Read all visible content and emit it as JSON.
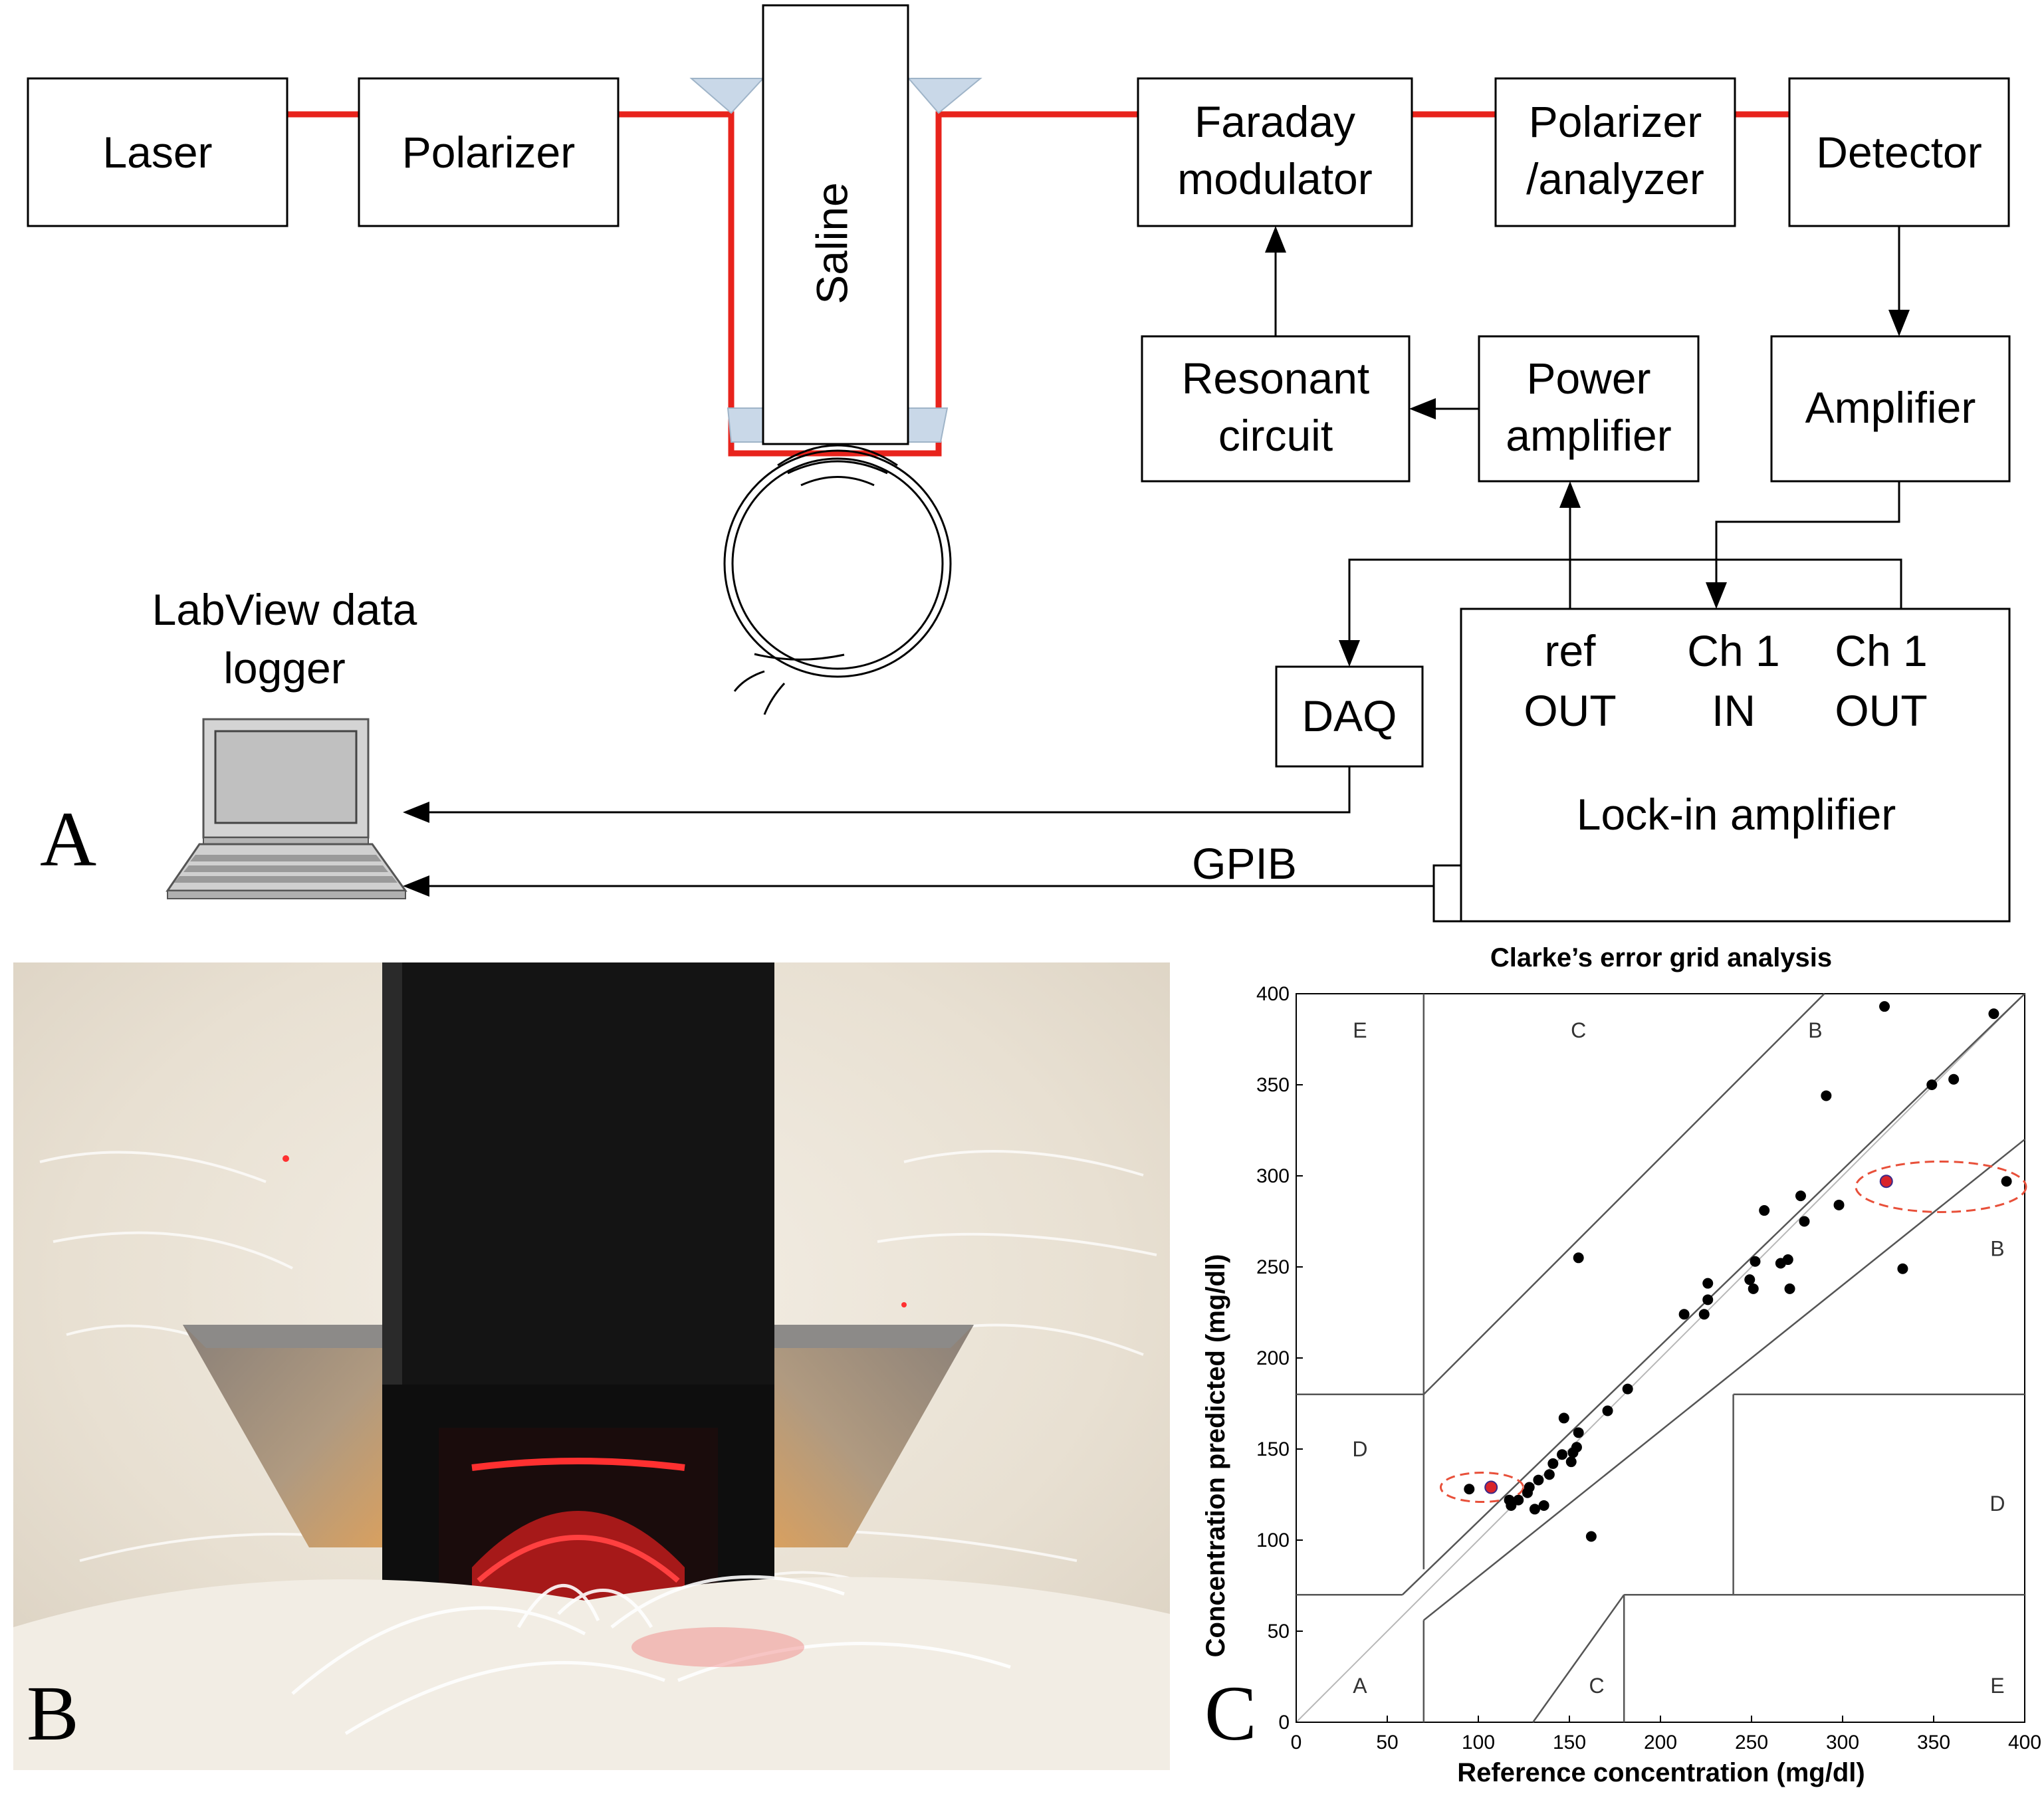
{
  "panels": {
    "a_letter": "A",
    "b_letter": "B",
    "c_letter": "C"
  },
  "diagram": {
    "laser": "Laser",
    "polarizer": "Polarizer",
    "saline": "Saline",
    "faraday_line1": "Faraday",
    "faraday_line2": "modulator",
    "analyzer_line1": "Polarizer",
    "analyzer_line2": "/analyzer",
    "detector": "Detector",
    "resonant_line1": "Resonant",
    "resonant_line2": "circuit",
    "power_line1": "Power",
    "power_line2": "amplifier",
    "amplifier": "Amplifier",
    "daq": "DAQ",
    "ref_out_line1": "ref",
    "ref_out_line2": "OUT",
    "ch1_in_line1": "Ch 1",
    "ch1_in_line2": "IN",
    "ch1_out_line1": "Ch 1",
    "ch1_out_line2": "OUT",
    "lockin": "Lock-in amplifier",
    "labview_line1": "LabView data",
    "labview_line2": "logger",
    "gpib": "GPIB"
  },
  "colors": {
    "laser_beam": "#e8231c",
    "prism_fill": "#c9d8e8",
    "outlier_marker": "#d8232a",
    "outlier_ellipse": "#e8503a"
  },
  "chart_data": {
    "type": "scatter",
    "title": "Clarke’s error grid analysis",
    "xlabel": "Reference concentration (mg/dl)",
    "ylabel": "Concentration predicted (mg/dl)",
    "xlim": [
      0,
      400
    ],
    "ylim": [
      0,
      400
    ],
    "x_ticks": [
      0,
      50,
      100,
      150,
      200,
      250,
      300,
      350,
      400
    ],
    "y_ticks": [
      0,
      50,
      100,
      150,
      200,
      250,
      300,
      350,
      400
    ],
    "grid": false,
    "zones": [
      {
        "label": "E",
        "x": 35,
        "y": 380
      },
      {
        "label": "C",
        "x": 155,
        "y": 380
      },
      {
        "label": "B",
        "x": 285,
        "y": 380
      },
      {
        "label": "B",
        "x": 385,
        "y": 260
      },
      {
        "label": "D",
        "x": 35,
        "y": 150
      },
      {
        "label": "D",
        "x": 385,
        "y": 120
      },
      {
        "label": "A",
        "x": 35,
        "y": 20
      },
      {
        "label": "C",
        "x": 165,
        "y": 20
      },
      {
        "label": "E",
        "x": 385,
        "y": 20
      }
    ],
    "points": [
      [
        95,
        128
      ],
      [
        107,
        129
      ],
      [
        118,
        119
      ],
      [
        117,
        122
      ],
      [
        122,
        122
      ],
      [
        127,
        126
      ],
      [
        128,
        129
      ],
      [
        131,
        117
      ],
      [
        133,
        133
      ],
      [
        136,
        119
      ],
      [
        139,
        136
      ],
      [
        141,
        142
      ],
      [
        146,
        147
      ],
      [
        151,
        143
      ],
      [
        152,
        148
      ],
      [
        154,
        151
      ],
      [
        155,
        159
      ],
      [
        147,
        167
      ],
      [
        155,
        255
      ],
      [
        162,
        102
      ],
      [
        171,
        171
      ],
      [
        182,
        183
      ],
      [
        213,
        224
      ],
      [
        224,
        224
      ],
      [
        226,
        232
      ],
      [
        226,
        241
      ],
      [
        249,
        243
      ],
      [
        251,
        238
      ],
      [
        252,
        253
      ],
      [
        257,
        281
      ],
      [
        266,
        252
      ],
      [
        270,
        254
      ],
      [
        271,
        238
      ],
      [
        277,
        289
      ],
      [
        279,
        275
      ],
      [
        291,
        344
      ],
      [
        298,
        284
      ],
      [
        323,
        393
      ],
      [
        324,
        297
      ],
      [
        349,
        350
      ],
      [
        361,
        353
      ],
      [
        383,
        389
      ],
      [
        390,
        297
      ],
      [
        333,
        249
      ]
    ],
    "highlighted_points": [
      [
        107,
        129
      ],
      [
        324,
        297
      ]
    ],
    "grid_lines": [
      [
        [
          0,
          0
        ],
        [
          400,
          400
        ]
      ],
      [
        [
          0,
          70
        ],
        [
          58.33,
          70
        ]
      ],
      [
        [
          58.33,
          70
        ],
        [
          400,
          400
        ]
      ],
      [
        [
          70,
          84
        ],
        [
          70,
          400
        ]
      ],
      [
        [
          70,
          56
        ],
        [
          70,
          0
        ]
      ],
      [
        [
          70,
          56
        ],
        [
          400,
          320
        ]
      ],
      [
        [
          0,
          180
        ],
        [
          70,
          180
        ]
      ],
      [
        [
          70,
          180
        ],
        [
          290,
          400
        ]
      ],
      [
        [
          130,
          0
        ],
        [
          180,
          70
        ]
      ],
      [
        [
          180,
          70
        ],
        [
          180,
          0
        ]
      ],
      [
        [
          180,
          70
        ],
        [
          400,
          70
        ]
      ],
      [
        [
          240,
          70
        ],
        [
          240,
          180
        ]
      ],
      [
        [
          240,
          180
        ],
        [
          400,
          180
        ]
      ]
    ]
  }
}
